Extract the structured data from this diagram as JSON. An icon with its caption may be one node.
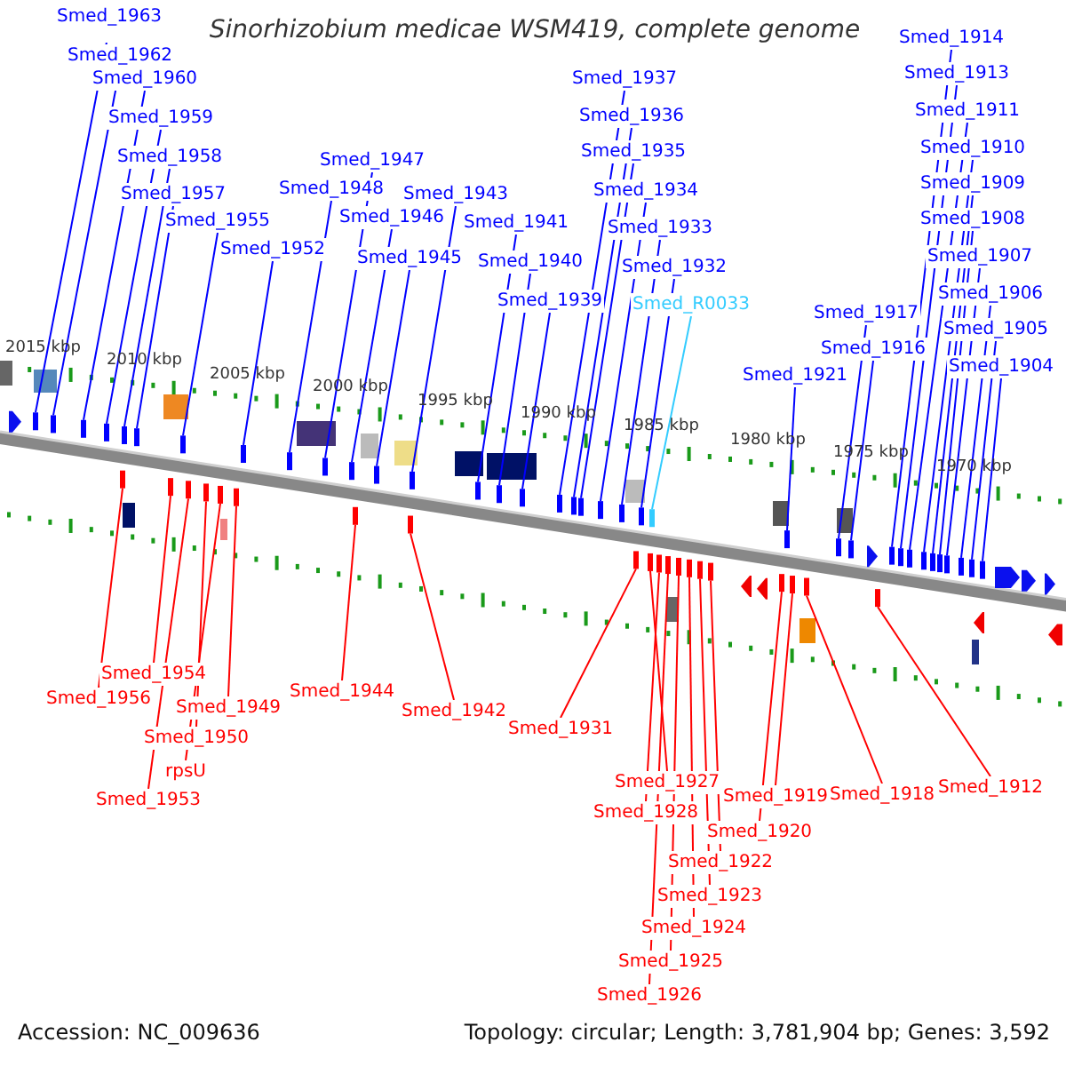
{
  "diagram": {
    "title": "Sinorhizobium medicae WSM419, complete genome",
    "nodes": [
      {
        "text": [
          "Smed_1963"
        ]
      },
      {
        "text": [
          "Smed_1962"
        ]
      },
      {
        "text": [
          "Smed_1960"
        ]
      },
      {
        "text": [
          "Smed_1959"
        ]
      },
      {
        "text": [
          "Smed_1958"
        ]
      },
      {
        "text": [
          "Smed_1957"
        ]
      },
      {
        "text": [
          "Smed_1955"
        ]
      },
      {
        "text": [
          "Smed_1952"
        ]
      },
      {
        "text": [
          "Smed_1948"
        ]
      },
      {
        "text": [
          "Smed_1947"
        ]
      },
      {
        "text": [
          "Smed_1946"
        ]
      },
      {
        "text": [
          "Smed_1945"
        ]
      },
      {
        "text": [
          "Smed_1943"
        ]
      },
      {
        "text": [
          "Smed_1941"
        ]
      },
      {
        "text": [
          "Smed_1940"
        ]
      },
      {
        "text": [
          "Smed_1939"
        ]
      },
      {
        "text": [
          "Smed_1937"
        ]
      },
      {
        "text": [
          "Smed_1936"
        ]
      },
      {
        "text": [
          "Smed_1935"
        ]
      },
      {
        "text": [
          "Smed_1934"
        ]
      },
      {
        "text": [
          "Smed_1933"
        ]
      },
      {
        "text": [
          "Smed_1932"
        ]
      },
      {
        "text": [
          "Smed_R0033"
        ]
      },
      {
        "text": [
          "Smed_1921"
        ]
      },
      {
        "text": [
          "Smed_1917"
        ]
      },
      {
        "text": [
          "Smed_1916"
        ]
      },
      {
        "text": [
          "Smed_1914"
        ]
      },
      {
        "text": [
          "Smed_1913"
        ]
      },
      {
        "text": [
          "Smed_1911"
        ]
      },
      {
        "text": [
          "Smed_1910"
        ]
      },
      {
        "text": [
          "Smed_1909"
        ]
      },
      {
        "text": [
          "Smed_1908"
        ]
      },
      {
        "text": [
          "Smed_1907"
        ]
      },
      {
        "text": [
          "Smed_1906"
        ]
      },
      {
        "text": [
          "Smed_1905"
        ]
      },
      {
        "text": [
          "Smed_1904"
        ]
      },
      {
        "text": [
          "Smed_1954"
        ]
      },
      {
        "text": [
          "Smed_1956"
        ]
      },
      {
        "text": [
          "Smed_1949"
        ]
      },
      {
        "text": [
          "Smed_1950"
        ]
      },
      {
        "text": [
          "rpsU"
        ]
      },
      {
        "text": [
          "Smed_1953"
        ]
      },
      {
        "text": [
          "Smed_1944"
        ]
      },
      {
        "text": [
          "Smed_1942"
        ]
      },
      {
        "text": [
          "Smed_1931"
        ]
      },
      {
        "text": [
          "Smed_1927"
        ]
      },
      {
        "text": [
          "Smed_1928"
        ]
      },
      {
        "text": [
          "Smed_1919"
        ]
      },
      {
        "text": [
          "Smed_1920"
        ]
      },
      {
        "text": [
          "Smed_1922"
        ]
      },
      {
        "text": [
          "Smed_1923"
        ]
      },
      {
        "text": [
          "Smed_1924"
        ]
      },
      {
        "text": [
          "Smed_1925"
        ]
      },
      {
        "text": [
          "Smed_1926"
        ]
      },
      {
        "text": [
          "Smed_1918"
        ]
      },
      {
        "text": [
          "Smed_1912"
        ]
      },
      {
        "text": [],
        "shape": "box"
      },
      {
        "text": [],
        "shape": "box"
      },
      {
        "text": [],
        "shape": "box"
      },
      {
        "text": [],
        "shape": "box"
      },
      {
        "text": [],
        "shape": "box"
      },
      {
        "text": [],
        "shape": "box"
      },
      {
        "text": [],
        "shape": "box"
      },
      {
        "text": [],
        "shape": "box"
      },
      {
        "text": [],
        "shape": "box"
      },
      {
        "text": [],
        "shape": "box"
      },
      {
        "text": [],
        "shape": "box"
      },
      {
        "text": [],
        "shape": "box"
      },
      {
        "text": [],
        "shape": "box"
      },
      {
        "text": [],
        "shape": "box"
      },
      {
        "text": [],
        "shape": "box"
      },
      {
        "text": [],
        "shape": "box"
      },
      {
        "text": [],
        "shape": "box"
      },
      {
        "text": [],
        "shape": "box"
      },
      {
        "text": [],
        "shape": "box"
      },
      {
        "text": [],
        "shape": "box"
      },
      {
        "text": [],
        "shape": "box"
      },
      {
        "text": [],
        "shape": "box"
      },
      {
        "text": [],
        "shape": "box"
      },
      {
        "text": [],
        "shape": "box"
      },
      {
        "text": [],
        "shape": "box"
      },
      {
        "text": [],
        "shape": "box"
      },
      {
        "text": [],
        "shape": "box"
      },
      {
        "text": [],
        "shape": "box"
      },
      {
        "text": [],
        "shape": "box"
      },
      {
        "text": [],
        "shape": "box"
      },
      {
        "text": [],
        "shape": "box"
      },
      {
        "text": [],
        "shape": "box"
      },
      {
        "text": [],
        "shape": "box"
      },
      {
        "text": [],
        "shape": "box"
      },
      {
        "text": [],
        "shape": "box"
      },
      {
        "text": [],
        "shape": "box"
      },
      {
        "text": [],
        "shape": "box"
      },
      {
        "text": [],
        "shape": "box"
      },
      {
        "text": [],
        "shape": "box"
      },
      {
        "text": [],
        "shape": "box"
      },
      {
        "text": [],
        "shape": "box"
      },
      {
        "text": [],
        "shape": "box"
      },
      {
        "text": [],
        "shape": "box"
      },
      {
        "text": [],
        "shape": "box"
      },
      {
        "text": [],
        "shape": "box"
      },
      {
        "text": [],
        "shape": "box"
      },
      {
        "text": [],
        "shape": "box"
      },
      {
        "text": [],
        "shape": "box"
      },
      {
        "text": [],
        "shape": "box"
      },
      {
        "text": [],
        "shape": "box"
      },
      {
        "text": [],
        "shape": "box"
      },
      {
        "text": [],
        "shape": "box"
      },
      {
        "text": [],
        "shape": "box"
      },
      {
        "text": [],
        "shape": "box"
      },
      {
        "text": [],
        "shape": "box"
      },
      {
        "text": [],
        "shape": "box"
      }
    ],
    "edges": [
      {
        "from": 0,
        "to": 56,
        "arrow": "none"
      },
      {
        "from": 1,
        "to": 57,
        "arrow": "none"
      },
      {
        "from": 2,
        "to": 58,
        "arrow": "none"
      },
      {
        "from": 3,
        "to": 59,
        "arrow": "none"
      },
      {
        "from": 4,
        "to": 60,
        "arrow": "none"
      },
      {
        "from": 5,
        "to": 61,
        "arrow": "none"
      },
      {
        "from": 6,
        "to": 62,
        "arrow": "none"
      },
      {
        "from": 7,
        "to": 63,
        "arrow": "none"
      },
      {
        "from": 8,
        "to": 64,
        "arrow": "none"
      },
      {
        "from": 9,
        "to": 65,
        "arrow": "none"
      },
      {
        "from": 10,
        "to": 66,
        "arrow": "none"
      },
      {
        "from": 11,
        "to": 67,
        "arrow": "none"
      },
      {
        "from": 12,
        "to": 68,
        "arrow": "none"
      },
      {
        "from": 13,
        "to": 69,
        "arrow": "none"
      },
      {
        "from": 14,
        "to": 70,
        "arrow": "none"
      },
      {
        "from": 15,
        "to": 71,
        "arrow": "none"
      },
      {
        "from": 16,
        "to": 72,
        "arrow": "none"
      },
      {
        "from": 17,
        "to": 73,
        "arrow": "none"
      },
      {
        "from": 18,
        "to": 74,
        "arrow": "none"
      },
      {
        "from": 19,
        "to": 75,
        "arrow": "none"
      },
      {
        "from": 20,
        "to": 76,
        "arrow": "none"
      },
      {
        "from": 21,
        "to": 77,
        "arrow": "none"
      },
      {
        "from": 22,
        "to": 78,
        "arrow": "none",
        "color": "#33ccff"
      },
      {
        "from": 23,
        "to": 79,
        "arrow": "none"
      },
      {
        "from": 24,
        "to": 80,
        "arrow": "none"
      },
      {
        "from": 25,
        "to": 81,
        "arrow": "none"
      },
      {
        "from": 26,
        "to": 82,
        "arrow": "none"
      },
      {
        "from": 27,
        "to": 83,
        "arrow": "none"
      },
      {
        "from": 28,
        "to": 84,
        "arrow": "none"
      },
      {
        "from": 29,
        "to": 85,
        "arrow": "none"
      },
      {
        "from": 30,
        "to": 86,
        "arrow": "none"
      },
      {
        "from": 31,
        "to": 87,
        "arrow": "none"
      },
      {
        "from": 32,
        "to": 88,
        "arrow": "none"
      },
      {
        "from": 33,
        "to": 89,
        "arrow": "none"
      },
      {
        "from": 34,
        "to": 90,
        "arrow": "none"
      },
      {
        "from": 35,
        "to": 91,
        "arrow": "none"
      },
      {
        "from": 36,
        "to": 92,
        "arrow": "none",
        "color": "#ff0000"
      },
      {
        "from": 37,
        "to": 93,
        "arrow": "none",
        "color": "#ff0000"
      },
      {
        "from": 38,
        "to": 94,
        "arrow": "none",
        "color": "#ff0000"
      },
      {
        "from": 39,
        "to": 95,
        "arrow": "none",
        "color": "#ff0000"
      },
      {
        "from": 40,
        "to": 96,
        "arrow": "none",
        "color": "#ff0000"
      },
      {
        "from": 41,
        "to": 97,
        "arrow": "none",
        "color": "#ff0000"
      },
      {
        "from": 42,
        "to": 98,
        "arrow": "none",
        "color": "#ff0000"
      },
      {
        "from": 43,
        "to": 99,
        "arrow": "none",
        "color": "#ff0000"
      },
      {
        "from": 44,
        "to": 100,
        "arrow": "none",
        "color": "#ff0000"
      },
      {
        "from": 45,
        "to": 101,
        "arrow": "none",
        "color": "#ff0000"
      },
      {
        "from": 46,
        "to": 102,
        "arrow": "none",
        "color": "#ff0000"
      },
      {
        "from": 47,
        "to": 103,
        "arrow": "none",
        "color": "#ff0000"
      },
      {
        "from": 48,
        "to": 104,
        "arrow": "none",
        "color": "#ff0000"
      },
      {
        "from": 49,
        "to": 105,
        "arrow": "none",
        "color": "#ff0000"
      },
      {
        "from": 50,
        "to": 106,
        "arrow": "none",
        "color": "#ff0000"
      },
      {
        "from": 51,
        "to": 107,
        "arrow": "none",
        "color": "#ff0000"
      },
      {
        "from": 52,
        "to": 108,
        "arrow": "none",
        "color": "#ff0000"
      },
      {
        "from": 53,
        "to": 109,
        "arrow": "none",
        "color": "#ff0000"
      },
      {
        "from": 54,
        "to": 110,
        "arrow": "none",
        "color": "#ff0000"
      },
      {
        "from": 55,
        "to": 111,
        "arrow": "none",
        "color": "#ff0000"
      }
    ],
    "labels": [
      "2015 kbp",
      "2010 kbp",
      "2005 kbp",
      "2000 kbp",
      "1995 kbp",
      "1990 kbp",
      "1985 kbp",
      "1980 kbp",
      "1975 kbp",
      "1970 kbp",
      "Accession: NC_009636",
      "Topology: circular; Length: 3,781,904 bp; Genes: 3,592"
    ]
  }
}
